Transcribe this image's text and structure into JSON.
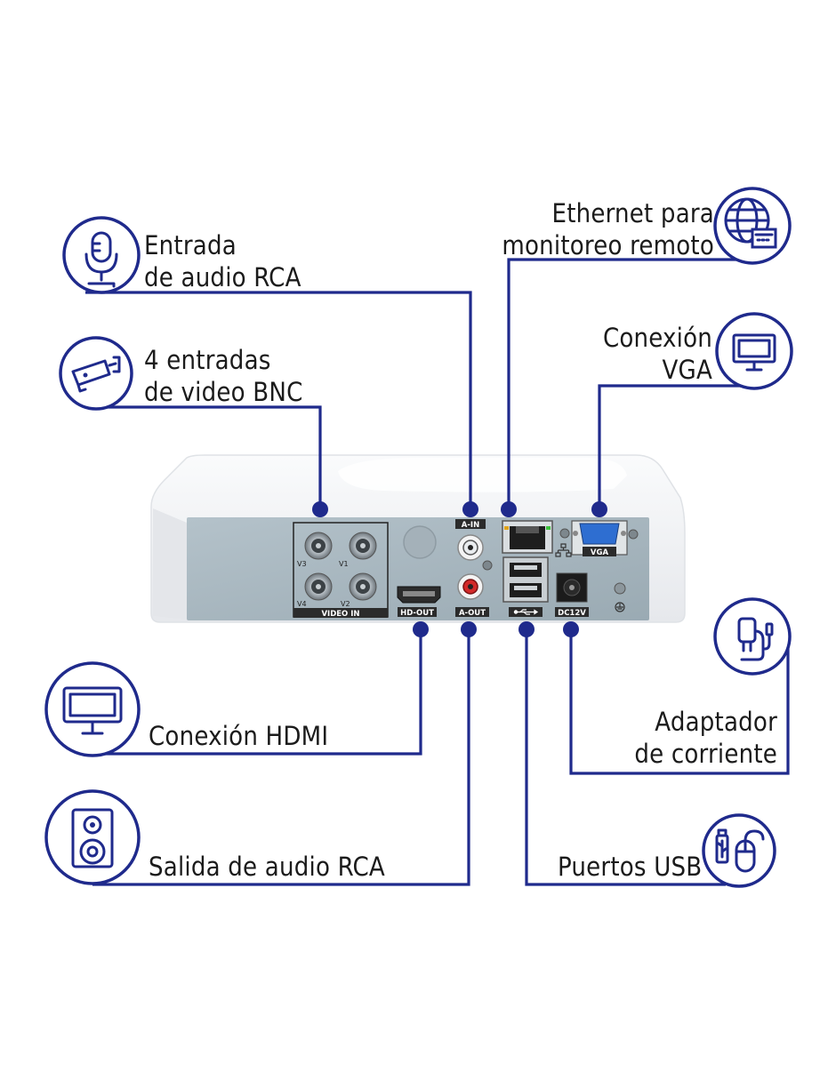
{
  "callouts": {
    "audio_in": {
      "line1": "Entrada",
      "line2": "de audio RCA"
    },
    "bnc": {
      "line1": "4 entradas",
      "line2": "de video BNC"
    },
    "ethernet": {
      "line1": "Ethernet para",
      "line2": "monitoreo remoto"
    },
    "vga": {
      "line1": "Conexión",
      "line2": "VGA"
    },
    "hdmi": {
      "line1": "Conexión HDMI"
    },
    "audio_out": {
      "line1": "Salida de audio RCA"
    },
    "power": {
      "line1": "Adaptador",
      "line2": "de corriente"
    },
    "usb": {
      "line1": "Puertos USB"
    }
  },
  "panel_labels": {
    "video_in": "VIDEO IN",
    "v1": "V1",
    "v2": "V2",
    "v3": "V3",
    "v4": "V4",
    "hd_out": "HD-OUT",
    "a_in": "A-IN",
    "a_out": "A-OUT",
    "vga": "VGA",
    "dc12v": "DC12V"
  },
  "colors": {
    "accent": "#1f2a8c",
    "panel": "#a9b7bf",
    "casing": "#f2f3f5",
    "text": "#1b1b1b"
  },
  "icons": [
    "microphone-icon",
    "security-camera-icon",
    "globe-network-icon",
    "monitor-icon",
    "monitor-icon",
    "speaker-icon",
    "power-adapter-icon",
    "usb-mouse-icon"
  ]
}
